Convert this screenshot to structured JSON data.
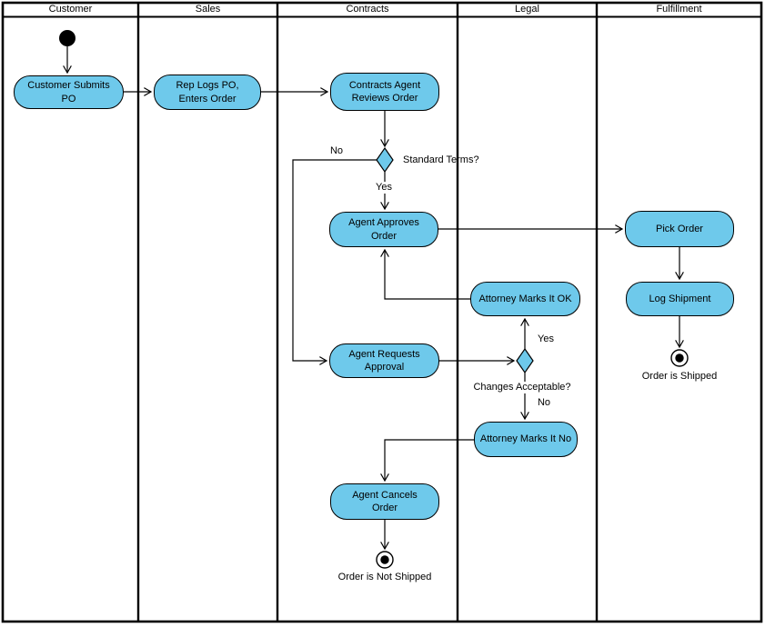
{
  "diagram": {
    "type": "uml-activity-swimlane-flowchart",
    "lanes": [
      {
        "label": "Customer"
      },
      {
        "label": "Sales"
      },
      {
        "label": "Contracts"
      },
      {
        "label": "Legal"
      },
      {
        "label": "Fulfillment"
      }
    ],
    "nodes": {
      "customer_submits_po": {
        "label": "Customer Submits PO",
        "lane": "Customer"
      },
      "rep_logs_po": {
        "label": "Rep Logs PO, Enters Order",
        "lane": "Sales"
      },
      "contracts_agent_reviews": {
        "label": "Contracts Agent Reviews Order",
        "lane": "Contracts"
      },
      "agent_approves": {
        "label": "Agent Approves Order",
        "lane": "Contracts"
      },
      "agent_requests_approval": {
        "label": "Agent Requests Approval",
        "lane": "Contracts"
      },
      "agent_cancels": {
        "label": "Agent Cancels Order",
        "lane": "Contracts"
      },
      "attorney_ok": {
        "label": "Attorney Marks It OK",
        "lane": "Legal"
      },
      "attorney_no": {
        "label": "Attorney Marks It No",
        "lane": "Legal"
      },
      "pick_order": {
        "label": "Pick Order",
        "lane": "Fulfillment"
      },
      "log_shipment": {
        "label": "Log Shipment",
        "lane": "Fulfillment"
      }
    },
    "decisions": {
      "standard_terms": {
        "label": "Standard Terms?",
        "yes_label": "Yes",
        "no_label": "No"
      },
      "changes_acceptable": {
        "label": "Changes Acceptable?",
        "yes_label": "Yes",
        "no_label": "No"
      }
    },
    "end_nodes": {
      "shipped": {
        "label": "Order is Shipped"
      },
      "not_shipped": {
        "label": "Order is Not Shipped"
      }
    },
    "colors": {
      "node_fill": "#6EC9EB",
      "stroke": "#000000",
      "background": "#FFFFFF"
    }
  }
}
